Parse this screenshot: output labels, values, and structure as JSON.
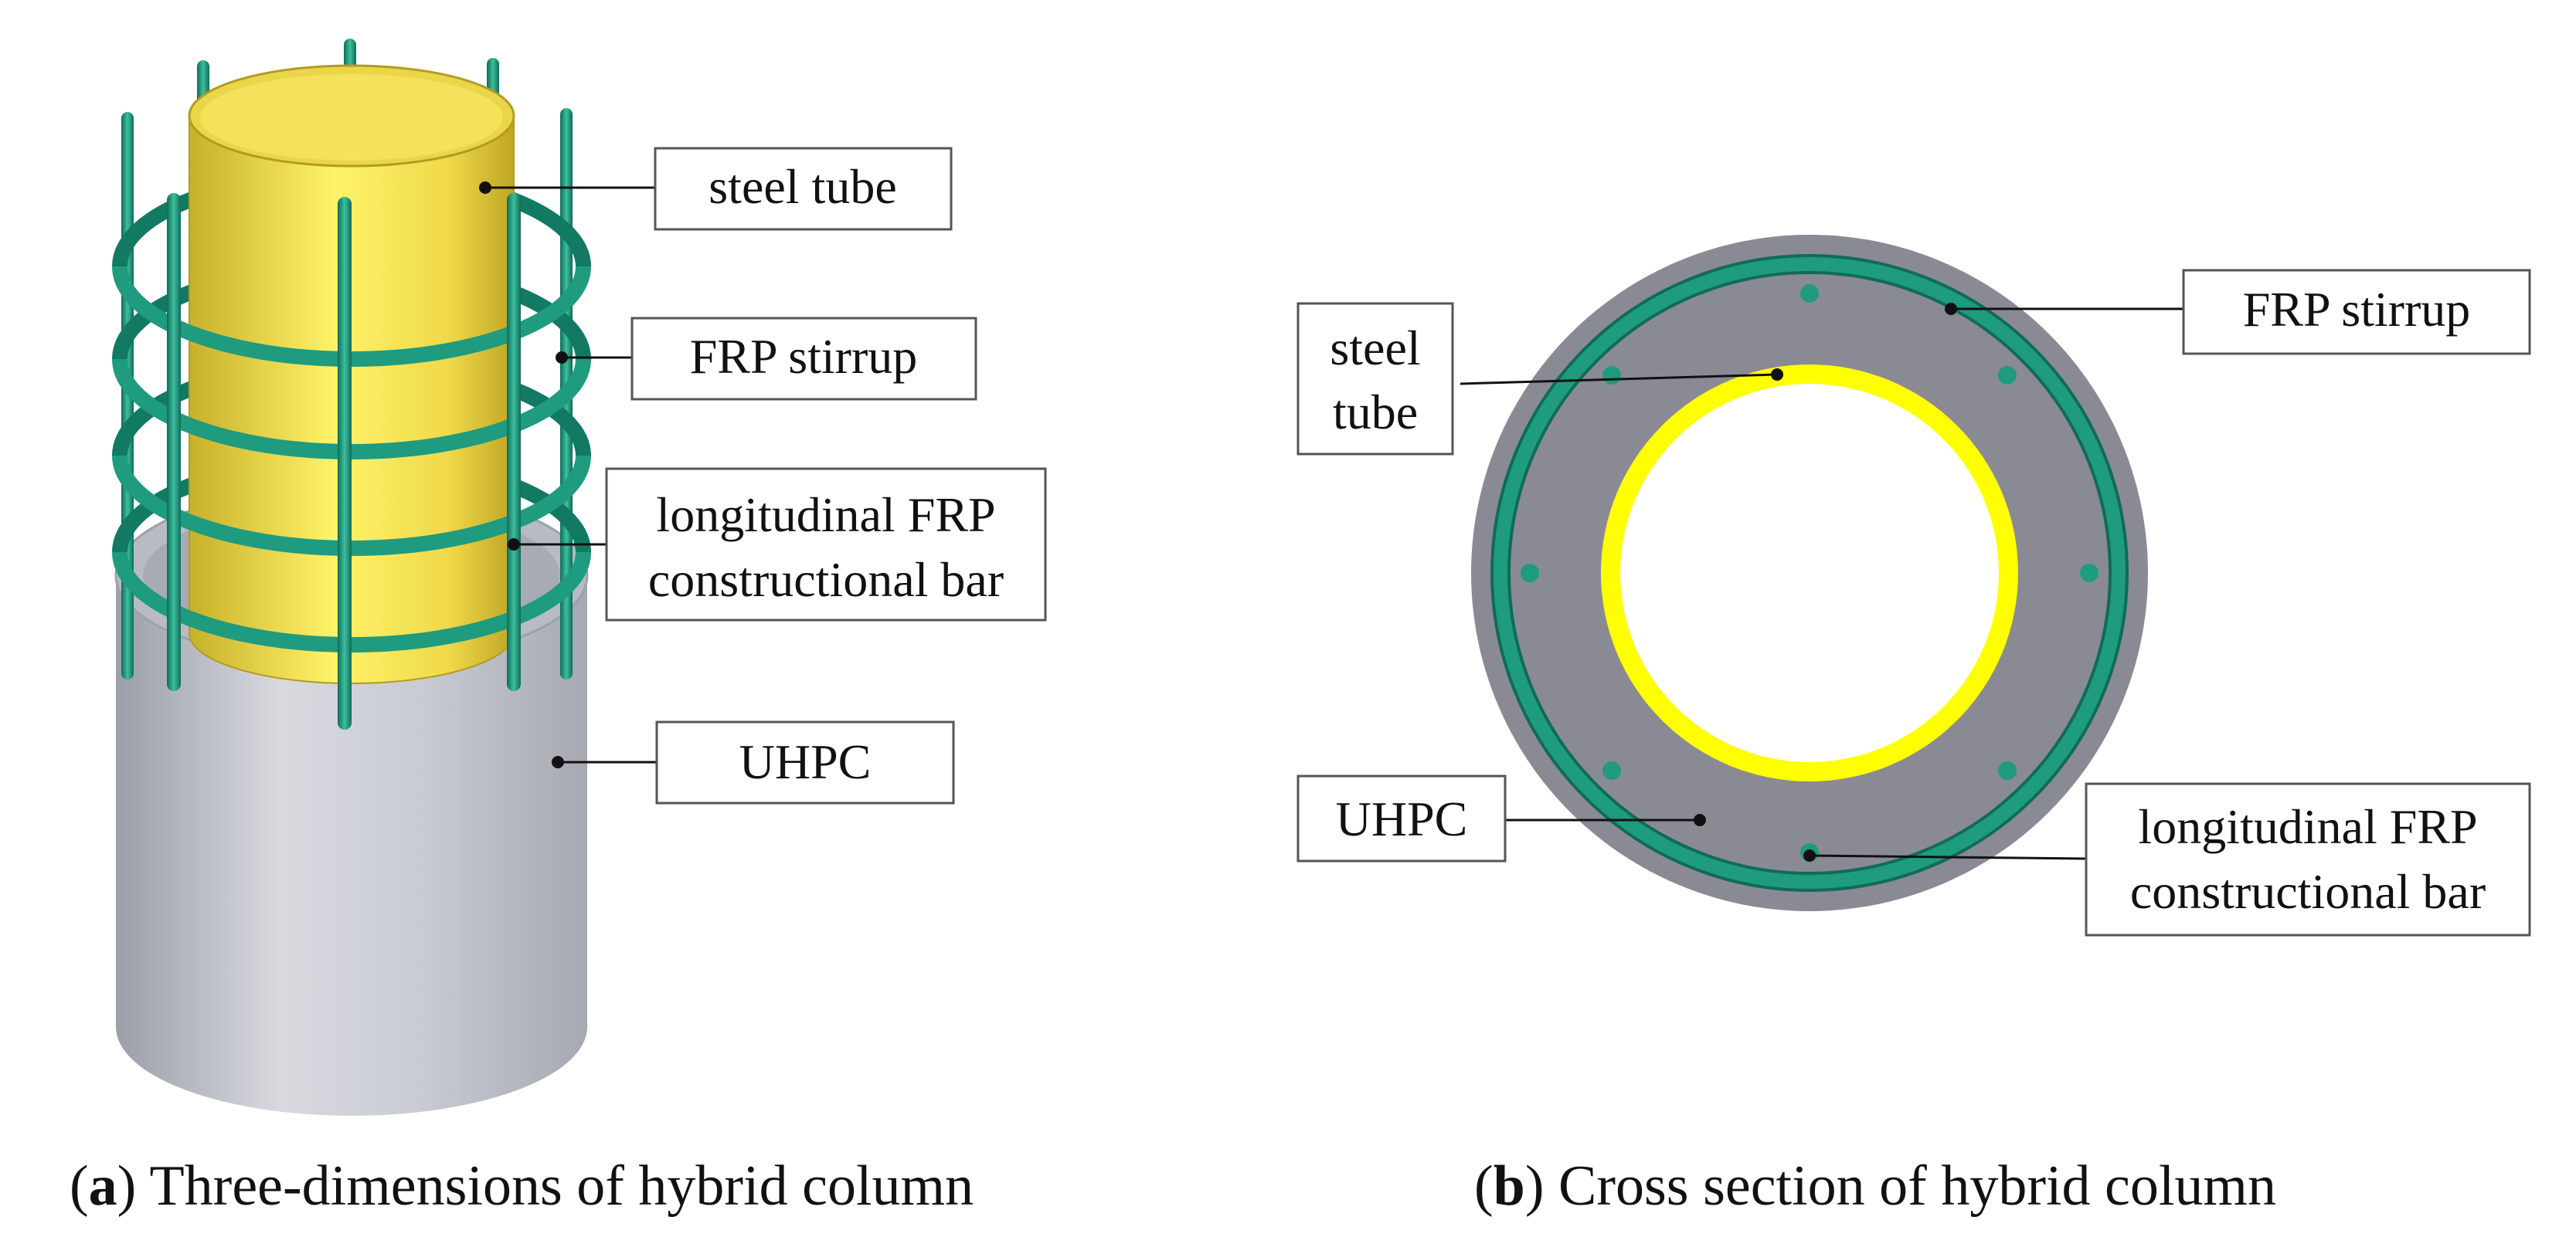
{
  "colors": {
    "frp": "#1f9b7f",
    "frp_dark": "#0f6b57",
    "steel_tube": "#f2dc4a",
    "steel_tube_section": "#ffff00",
    "uhpc": "#c4c6ce",
    "uhpc_section": "#8a8a94",
    "background": "#ffffff"
  },
  "panel_a": {
    "labels": {
      "steel_tube": "steel tube",
      "frp_stirrup": "FRP stirrup",
      "longitudinal_line1": "longitudinal FRP",
      "longitudinal_line2": "constructional bar",
      "uhpc": "UHPC"
    },
    "caption": {
      "tag": "a",
      "text": "Three-dimensions of hybrid column"
    }
  },
  "panel_b": {
    "labels": {
      "steel_line1": "steel",
      "steel_line2": "tube",
      "frp_stirrup": "FRP stirrup",
      "uhpc": "UHPC",
      "longitudinal_line1": "longitudinal FRP",
      "longitudinal_line2": "constructional bar"
    },
    "bar_count": 8,
    "caption": {
      "tag": "b",
      "text": "Cross section of hybrid column"
    }
  }
}
